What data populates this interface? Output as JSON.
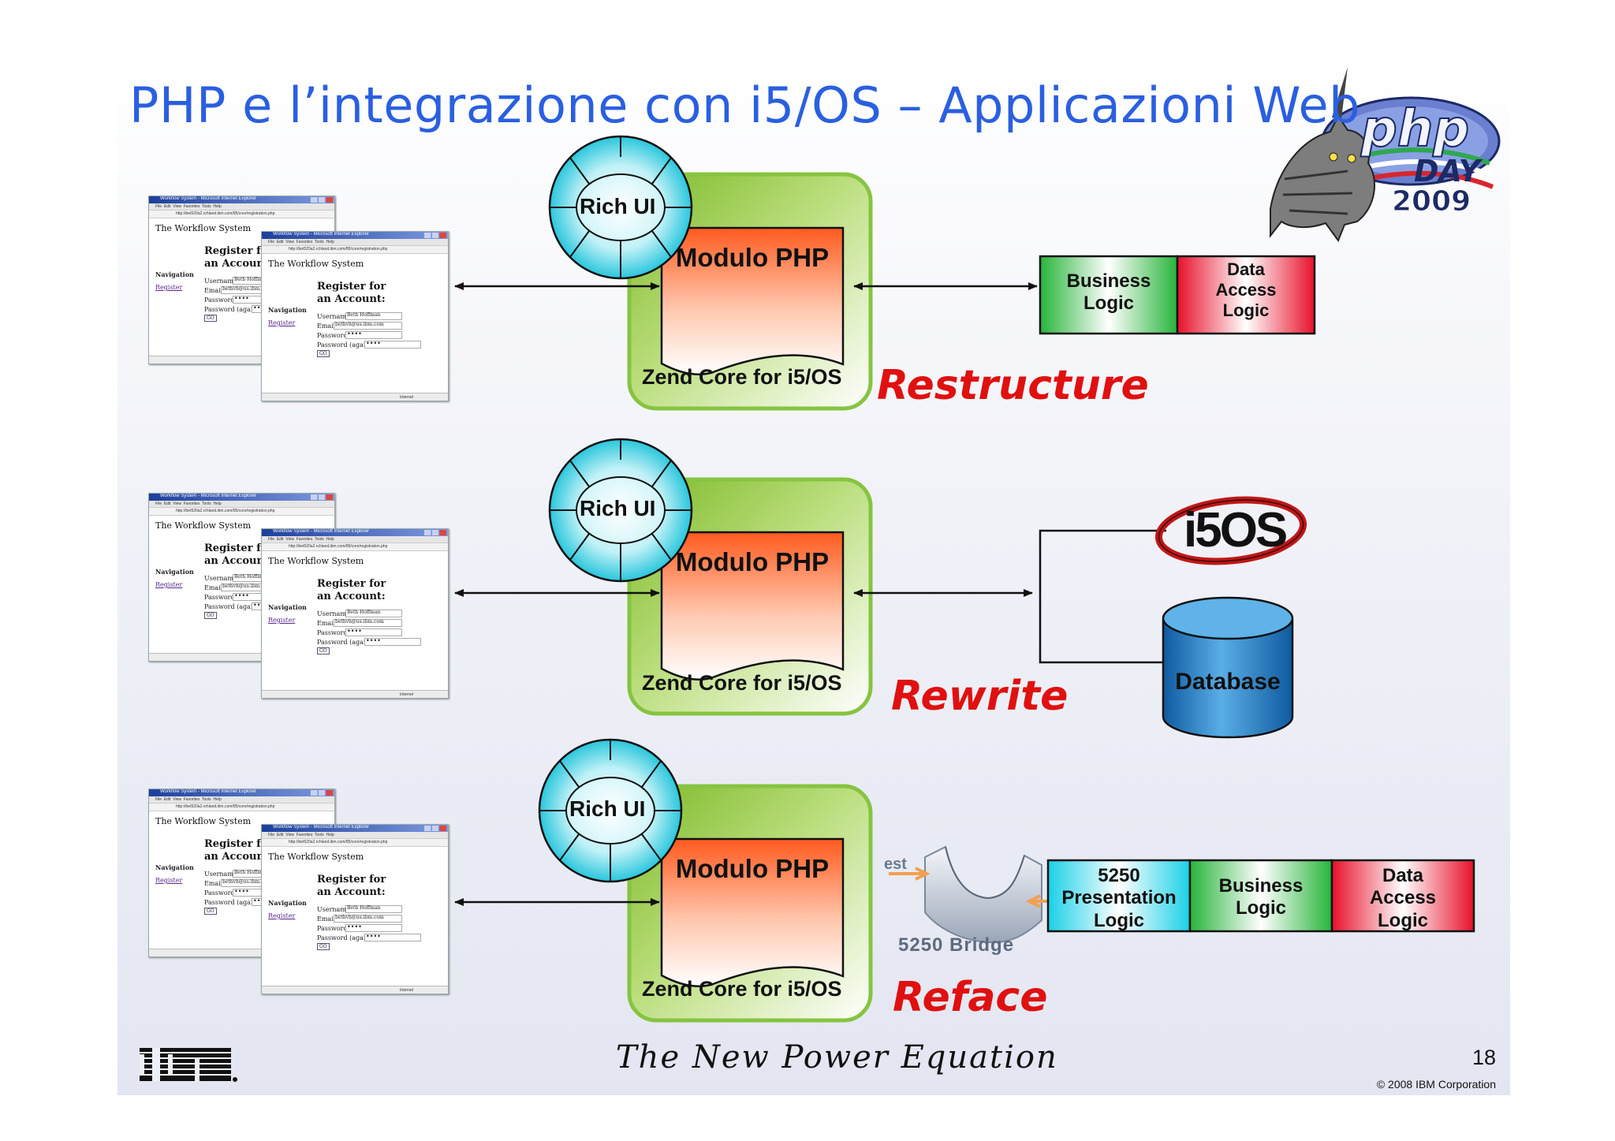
{
  "slide": {
    "title": "PHP e l’integrazione con i5/OS – Applicazioni Web",
    "page_number": "18",
    "copyright": "© 2008 IBM Corporation",
    "tagline": "The New Power Equation",
    "ibm_logo": "IBM"
  },
  "logo": {
    "text": "php",
    "day": "DAY",
    "year": "2009"
  },
  "rows": [
    {
      "rich_ui": "Rich UI",
      "module": "Modulo PHP",
      "container": "Zend Core for i5/OS",
      "strategy": "Restructure"
    },
    {
      "rich_ui": "Rich UI",
      "module": "Modulo PHP",
      "container": "Zend Core for i5/OS",
      "strategy": "Rewrite"
    },
    {
      "rich_ui": "Rich UI",
      "module": "Modulo PHP",
      "container": "Zend Core for i5/OS",
      "strategy": "Reface"
    }
  ],
  "row1_blocks": {
    "business": "Business Logic",
    "data_access": "Data Access Logic"
  },
  "row2_targets": {
    "os_logo": "i5OS",
    "database": "Database"
  },
  "row3_blocks": {
    "bridge": "5250 Bridge",
    "bridge_small": "est",
    "presentation": "5250 Presentation Logic",
    "business": "Business Logic",
    "data_access": "Data Access Logic"
  },
  "browser": {
    "window_title": "Workflow System - Microsoft Internet Explorer",
    "menu": "File  Edit  View  Favorites  Tools  Help",
    "address": "http://bet520a2.rchland.ibm.com/85/core/registration.php",
    "page_heading": "The Workflow System",
    "form_title": "Register for an Account:",
    "nav_label": "Navigation",
    "nav_link": "Register",
    "username_label": "Username:",
    "username_value": "Beth Hoffman",
    "email_label": "Email:",
    "email_value": "bethvh@us.ibm.com",
    "password_label": "Password:",
    "password_value": "••••",
    "password_again_label": "Password (again):",
    "go": "GO",
    "status": "Internet"
  },
  "colors": {
    "title": "#2a5fe0",
    "strategy": "#e01010",
    "container": "#8cc63f",
    "module": "#ff5a2a",
    "rich_ui": "#29c6dc"
  }
}
